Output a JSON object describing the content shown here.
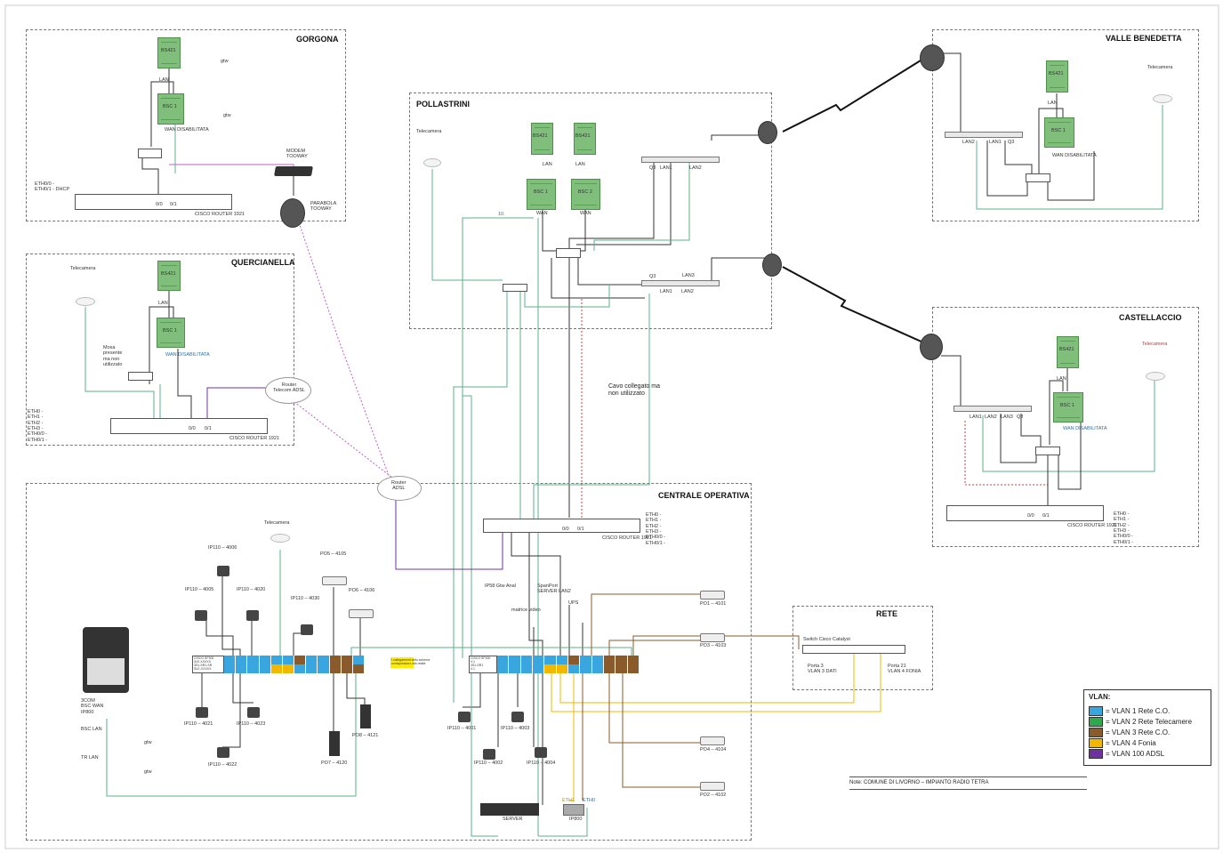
{
  "regions": {
    "gorgona": "GORGONA",
    "pollastrini": "POLLASTRINI",
    "valle_benedetta": "VALLE BENEDETTA",
    "quercianella": "QUERCIANELLA",
    "castellaccio": "CASTELLACCIO",
    "centrale_operativa": "CENTRALE OPERATIVA",
    "rete": "RETE"
  },
  "labels": {
    "bs421_1": "BS421",
    "bs421_2": "BS421",
    "bs421_n1": "1",
    "bs421_n2": "2",
    "bsc1": "BSC 1",
    "bsc2": "BSC 2",
    "lan": "LAN",
    "wan": "WAN",
    "wan_disabilitata": "WAN  DISABILITATA",
    "disabilitata": "DISABILITATA",
    "gtw": "gtw",
    "telecamera": "Telecamera",
    "modem_tooway": "MODEM\nTOOWAY",
    "parabola_tooway": "PARABOLA\nTOOWAY",
    "cisco_router_1921": "CISCO ROUTER 1921",
    "port_00": "0/0",
    "port_01": "0/1",
    "eth_gorgona": "ETH0/0 -\nETH0/1 - DHCP",
    "eth_list": "ETH0 -\nETH1 -\nETH2 -\nETH3 -\nETH0/0 -\nETH0/1 -",
    "moxa": "Moxa\npresente\nma non\nutilizzato",
    "router_telecom_adsl": "Router\nTelecom ADSL",
    "router_adsl": "Router\nADSL",
    "lan1": "LAN1",
    "lan2": "LAN2",
    "lan3": "LAN3",
    "q3": "Q3",
    "num_10": "10.",
    "cavo_collegato": "Cavo collegato ma\nnon utilizzato",
    "ip110_4006": "IP110 – 4006",
    "ip110_4005": "IP110 – 4005",
    "ip110_4020": "IP110 – 4020",
    "ip110_4030": "IP110 – 4030",
    "ip110_4021": "IP110 – 4021",
    "ip110_4023": "IP110 – 4023",
    "ip110_4022": "IP110 – 4022",
    "ip110_4001": "IP110 – 4001",
    "ip110_4003": "IP110 – 4003",
    "ip110_4002": "IP110 – 4002",
    "ip110_4004": "IP110 – 4004",
    "po5": "PO5 – 4105",
    "po6": "PO6 – 4106",
    "po8": "PO8 – 4121",
    "po7": "PO7 – 4120",
    "po1": "PO1 – 4101",
    "po3": "PO3 – 4103",
    "po4": "PO4 – 4104",
    "po2": "PO2 – 4102",
    "bsc_3com": "3COM\nBSC WAN\nIP800",
    "bsc_lan": "BSC LAN",
    "tr_lan": "TR LAN",
    "ip58": "IP58 Gtw Anal",
    "spanport": "SpanPort\nSERVER LAN2",
    "matrice_video": "matrice video",
    "ups": "UPS",
    "server": "SERVER",
    "ip800": "IP800",
    "eth1": "ETH1",
    "eth0": "ETH0",
    "cisco_sw_a": "CISCO SF300\n3LE-XXXXX\n3S1-SR1-SR\nSLE-XXXXX",
    "cisco_sw_b": "CISCO SF300\nV.1\n3S1-SR1\nV.1",
    "yellow_note": "I collegamenti dello schema\ncorrispondono alla realtà",
    "switch_catalyst": "Switch Cisco Catalyst",
    "porta3": "Porta 3\nVLAN 3 DATI",
    "porta21": "Porta 21\nVLAN 4 FONIA"
  },
  "legend": {
    "title": "VLAN:",
    "items": [
      {
        "label": "= VLAN 1 Rete C.O.",
        "color": "#3aa6e0"
      },
      {
        "label": "= VLAN 2 Rete Telecamere",
        "color": "#2fa84f"
      },
      {
        "label": "= VLAN 3 Rete C.O.",
        "color": "#8b5a2b"
      },
      {
        "label": "= VLAN 4 Fonia",
        "color": "#f2b800"
      },
      {
        "label": "= VLAN 100 ADSL",
        "color": "#7030a0"
      }
    ]
  },
  "note": "Note:  COMUNE DI LIVORNO – IMPIANTO RADIO TETRA"
}
